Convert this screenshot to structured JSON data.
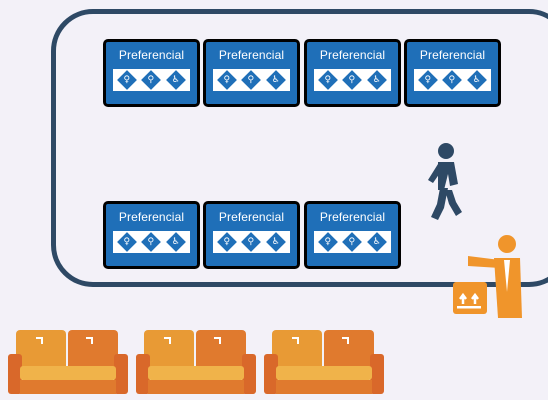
{
  "signs": [
    {
      "label": "Preferencial",
      "icons": [
        "pregnant-icon",
        "elderly-icon",
        "wheelchair-icon"
      ]
    },
    {
      "label": "Preferencial",
      "icons": [
        "pregnant-icon",
        "elderly-icon",
        "wheelchair-icon"
      ]
    },
    {
      "label": "Preferencial",
      "icons": [
        "pregnant-icon",
        "elderly-icon",
        "wheelchair-icon"
      ]
    },
    {
      "label": "Preferencial",
      "icons": [
        "pregnant-icon",
        "elderly-icon",
        "wheelchair-icon"
      ]
    },
    {
      "label": "Preferencial",
      "icons": [
        "pregnant-icon",
        "elderly-icon",
        "wheelchair-icon"
      ]
    },
    {
      "label": "Preferencial",
      "icons": [
        "pregnant-icon",
        "elderly-icon",
        "wheelchair-icon"
      ]
    },
    {
      "label": "Preferencial",
      "icons": [
        "pregnant-icon",
        "elderly-icon",
        "wheelchair-icon"
      ]
    }
  ],
  "colors": {
    "room_border": "#2e4965",
    "sign_blue": "#1f6fb8",
    "walker": "#2e4965",
    "worker_orange": "#f0952b",
    "sofa_orange": "#e88a2e"
  },
  "icons": [
    "walking-person-icon",
    "delivery-worker-icon",
    "box-icon",
    "sofa-icon"
  ]
}
